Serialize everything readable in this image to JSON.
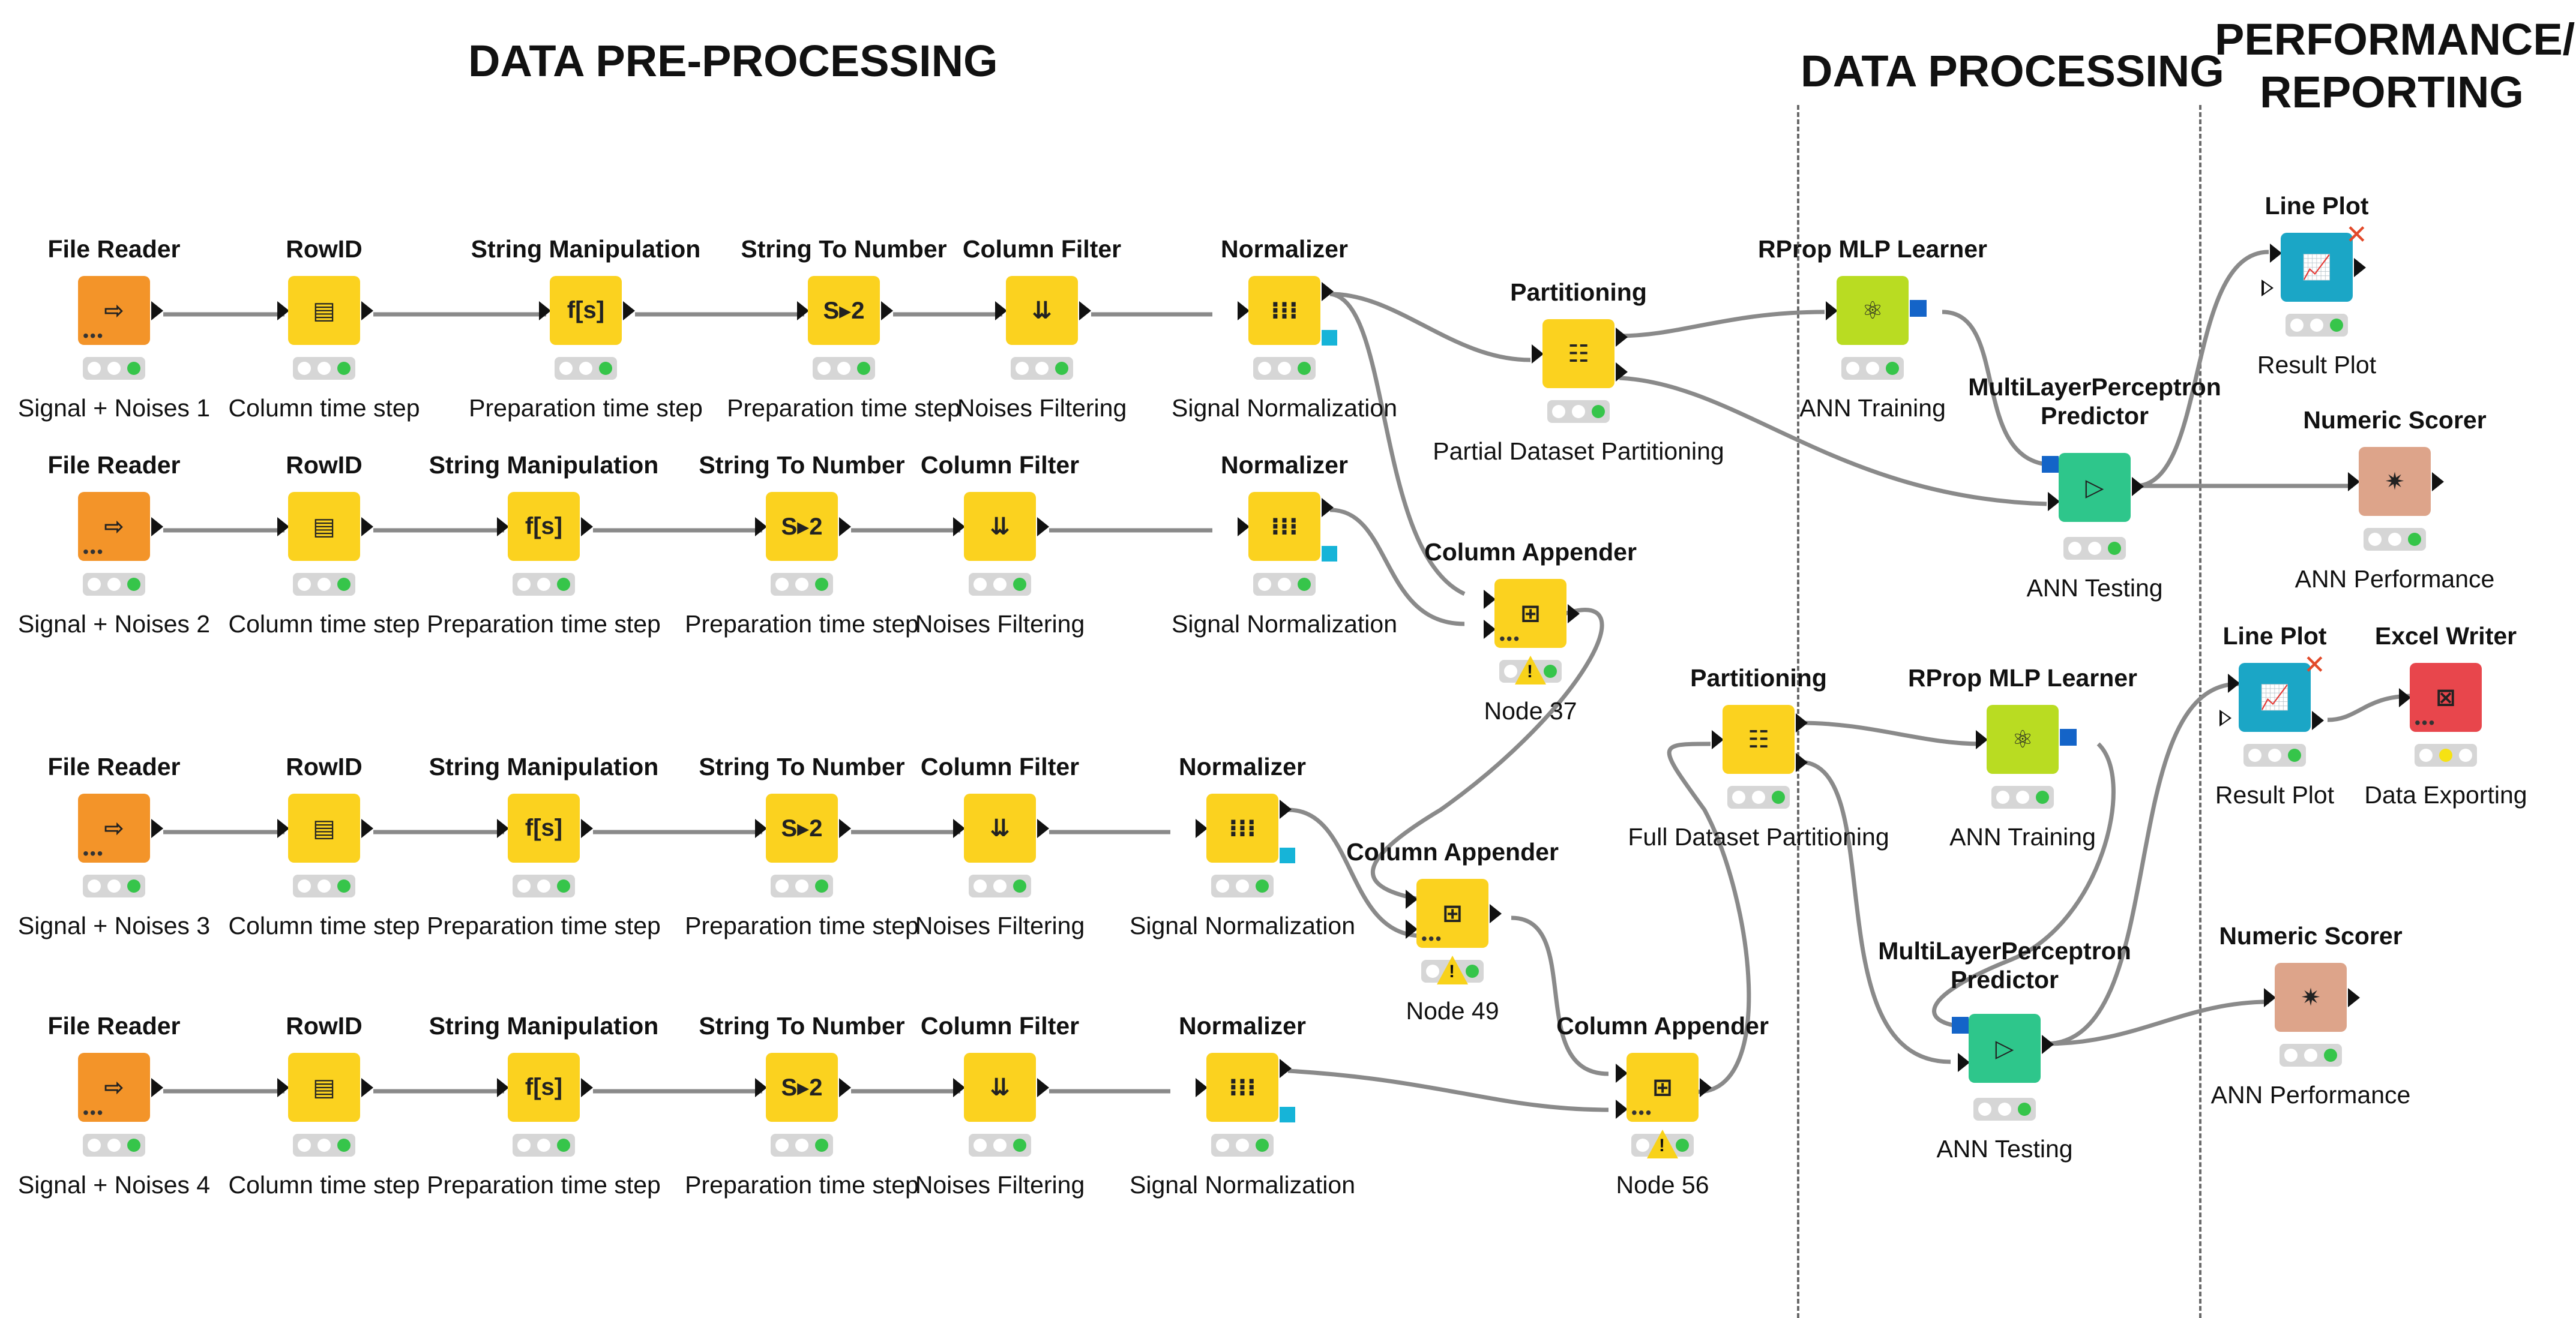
{
  "sections": {
    "preprocessing": "DATA PRE-PROCESSING",
    "processing": "DATA PROCESSING",
    "reporting_line1": "PERFORMANCE/",
    "reporting_line2": "REPORTING"
  },
  "rows": [
    {
      "file_reader": {
        "title": "File Reader",
        "label": "Signal + Noises 1"
      },
      "rowid": {
        "title": "RowID",
        "label": "Column time step"
      },
      "string_manipulation": {
        "title": "String Manipulation",
        "label": "Preparation time step"
      },
      "string_to_number": {
        "title": "String To Number",
        "label": "Preparation time step"
      },
      "column_filter": {
        "title": "Column Filter",
        "label": "Noises Filtering"
      },
      "normalizer": {
        "title": "Normalizer",
        "label": "Signal Normalization"
      }
    },
    {
      "file_reader": {
        "title": "File Reader",
        "label": "Signal + Noises 2"
      },
      "rowid": {
        "title": "RowID",
        "label": "Column time step"
      },
      "string_manipulation": {
        "title": "String Manipulation",
        "label": "Preparation time step"
      },
      "string_to_number": {
        "title": "String To Number",
        "label": "Preparation time step"
      },
      "column_filter": {
        "title": "Column Filter",
        "label": "Noises Filtering"
      },
      "normalizer": {
        "title": "Normalizer",
        "label": "Signal Normalization"
      }
    },
    {
      "file_reader": {
        "title": "File Reader",
        "label": "Signal + Noises 3"
      },
      "rowid": {
        "title": "RowID",
        "label": "Column time step"
      },
      "string_manipulation": {
        "title": "String Manipulation",
        "label": "Preparation time step"
      },
      "string_to_number": {
        "title": "String To Number",
        "label": "Preparation time step"
      },
      "column_filter": {
        "title": "Column Filter",
        "label": "Noises Filtering"
      },
      "normalizer": {
        "title": "Normalizer",
        "label": "Signal Normalization"
      }
    },
    {
      "file_reader": {
        "title": "File Reader",
        "label": "Signal + Noises 4"
      },
      "rowid": {
        "title": "RowID",
        "label": "Column time step"
      },
      "string_manipulation": {
        "title": "String Manipulation",
        "label": "Preparation time step"
      },
      "string_to_number": {
        "title": "String To Number",
        "label": "Preparation time step"
      },
      "column_filter": {
        "title": "Column Filter",
        "label": "Noises Filtering"
      },
      "normalizer": {
        "title": "Normalizer",
        "label": "Signal Normalization"
      }
    }
  ],
  "partitioning_partial": {
    "title": "Partitioning",
    "label": "Partial Dataset Partitioning"
  },
  "column_appender_37": {
    "title": "Column Appender",
    "label": "Node 37"
  },
  "column_appender_49": {
    "title": "Column Appender",
    "label": "Node 49"
  },
  "column_appender_56": {
    "title": "Column Appender",
    "label": "Node 56"
  },
  "partitioning_full": {
    "title": "Partitioning",
    "label": "Full Dataset Partitioning"
  },
  "rprop_1": {
    "title": "RProp MLP Learner",
    "label": "ANN Training"
  },
  "rprop_2": {
    "title": "RProp MLP Learner",
    "label": "ANN Training"
  },
  "predictor_1": {
    "title_line1": "MultiLayerPerceptron",
    "title_line2": "Predictor",
    "label": "ANN Testing"
  },
  "predictor_2": {
    "title_line1": "MultiLayerPerceptron",
    "title_line2": "Predictor",
    "label": "ANN Testing"
  },
  "line_plot_1": {
    "title": "Line Plot",
    "label": "Result Plot"
  },
  "line_plot_2": {
    "title": "Line Plot",
    "label": "Result Plot"
  },
  "numeric_scorer_1": {
    "title": "Numeric Scorer",
    "label": "ANN Performance"
  },
  "numeric_scorer_2": {
    "title": "Numeric Scorer",
    "label": "ANN Performance"
  },
  "excel_writer": {
    "title": "Excel Writer",
    "label": "Data Exporting"
  },
  "icons": {
    "file_reader": "file-import-icon",
    "rowid": "row-id-icon",
    "string_manipulation": "function-icon",
    "string_to_number": "string-to-number-icon",
    "column_filter": "column-filter-icon",
    "normalizer": "normalizer-icon",
    "partitioning": "partition-table-icon",
    "column_appender": "column-append-icon",
    "rprop": "neural-network-icon",
    "predictor": "predictor-play-icon",
    "line_plot": "line-chart-icon",
    "numeric_scorer": "scorer-icon",
    "excel_writer": "excel-export-icon"
  },
  "colors": {
    "reader": "#f39429",
    "manipulator": "#fbd21f",
    "predictor": "#2ec68b",
    "learner": "#b9dc22",
    "view": "#1ba6c6",
    "scorer": "#dda48a",
    "writer": "#e8464c",
    "status_ok": "#36c54a",
    "status_warn": "#f6e213",
    "connection": "#8a8a8a"
  }
}
